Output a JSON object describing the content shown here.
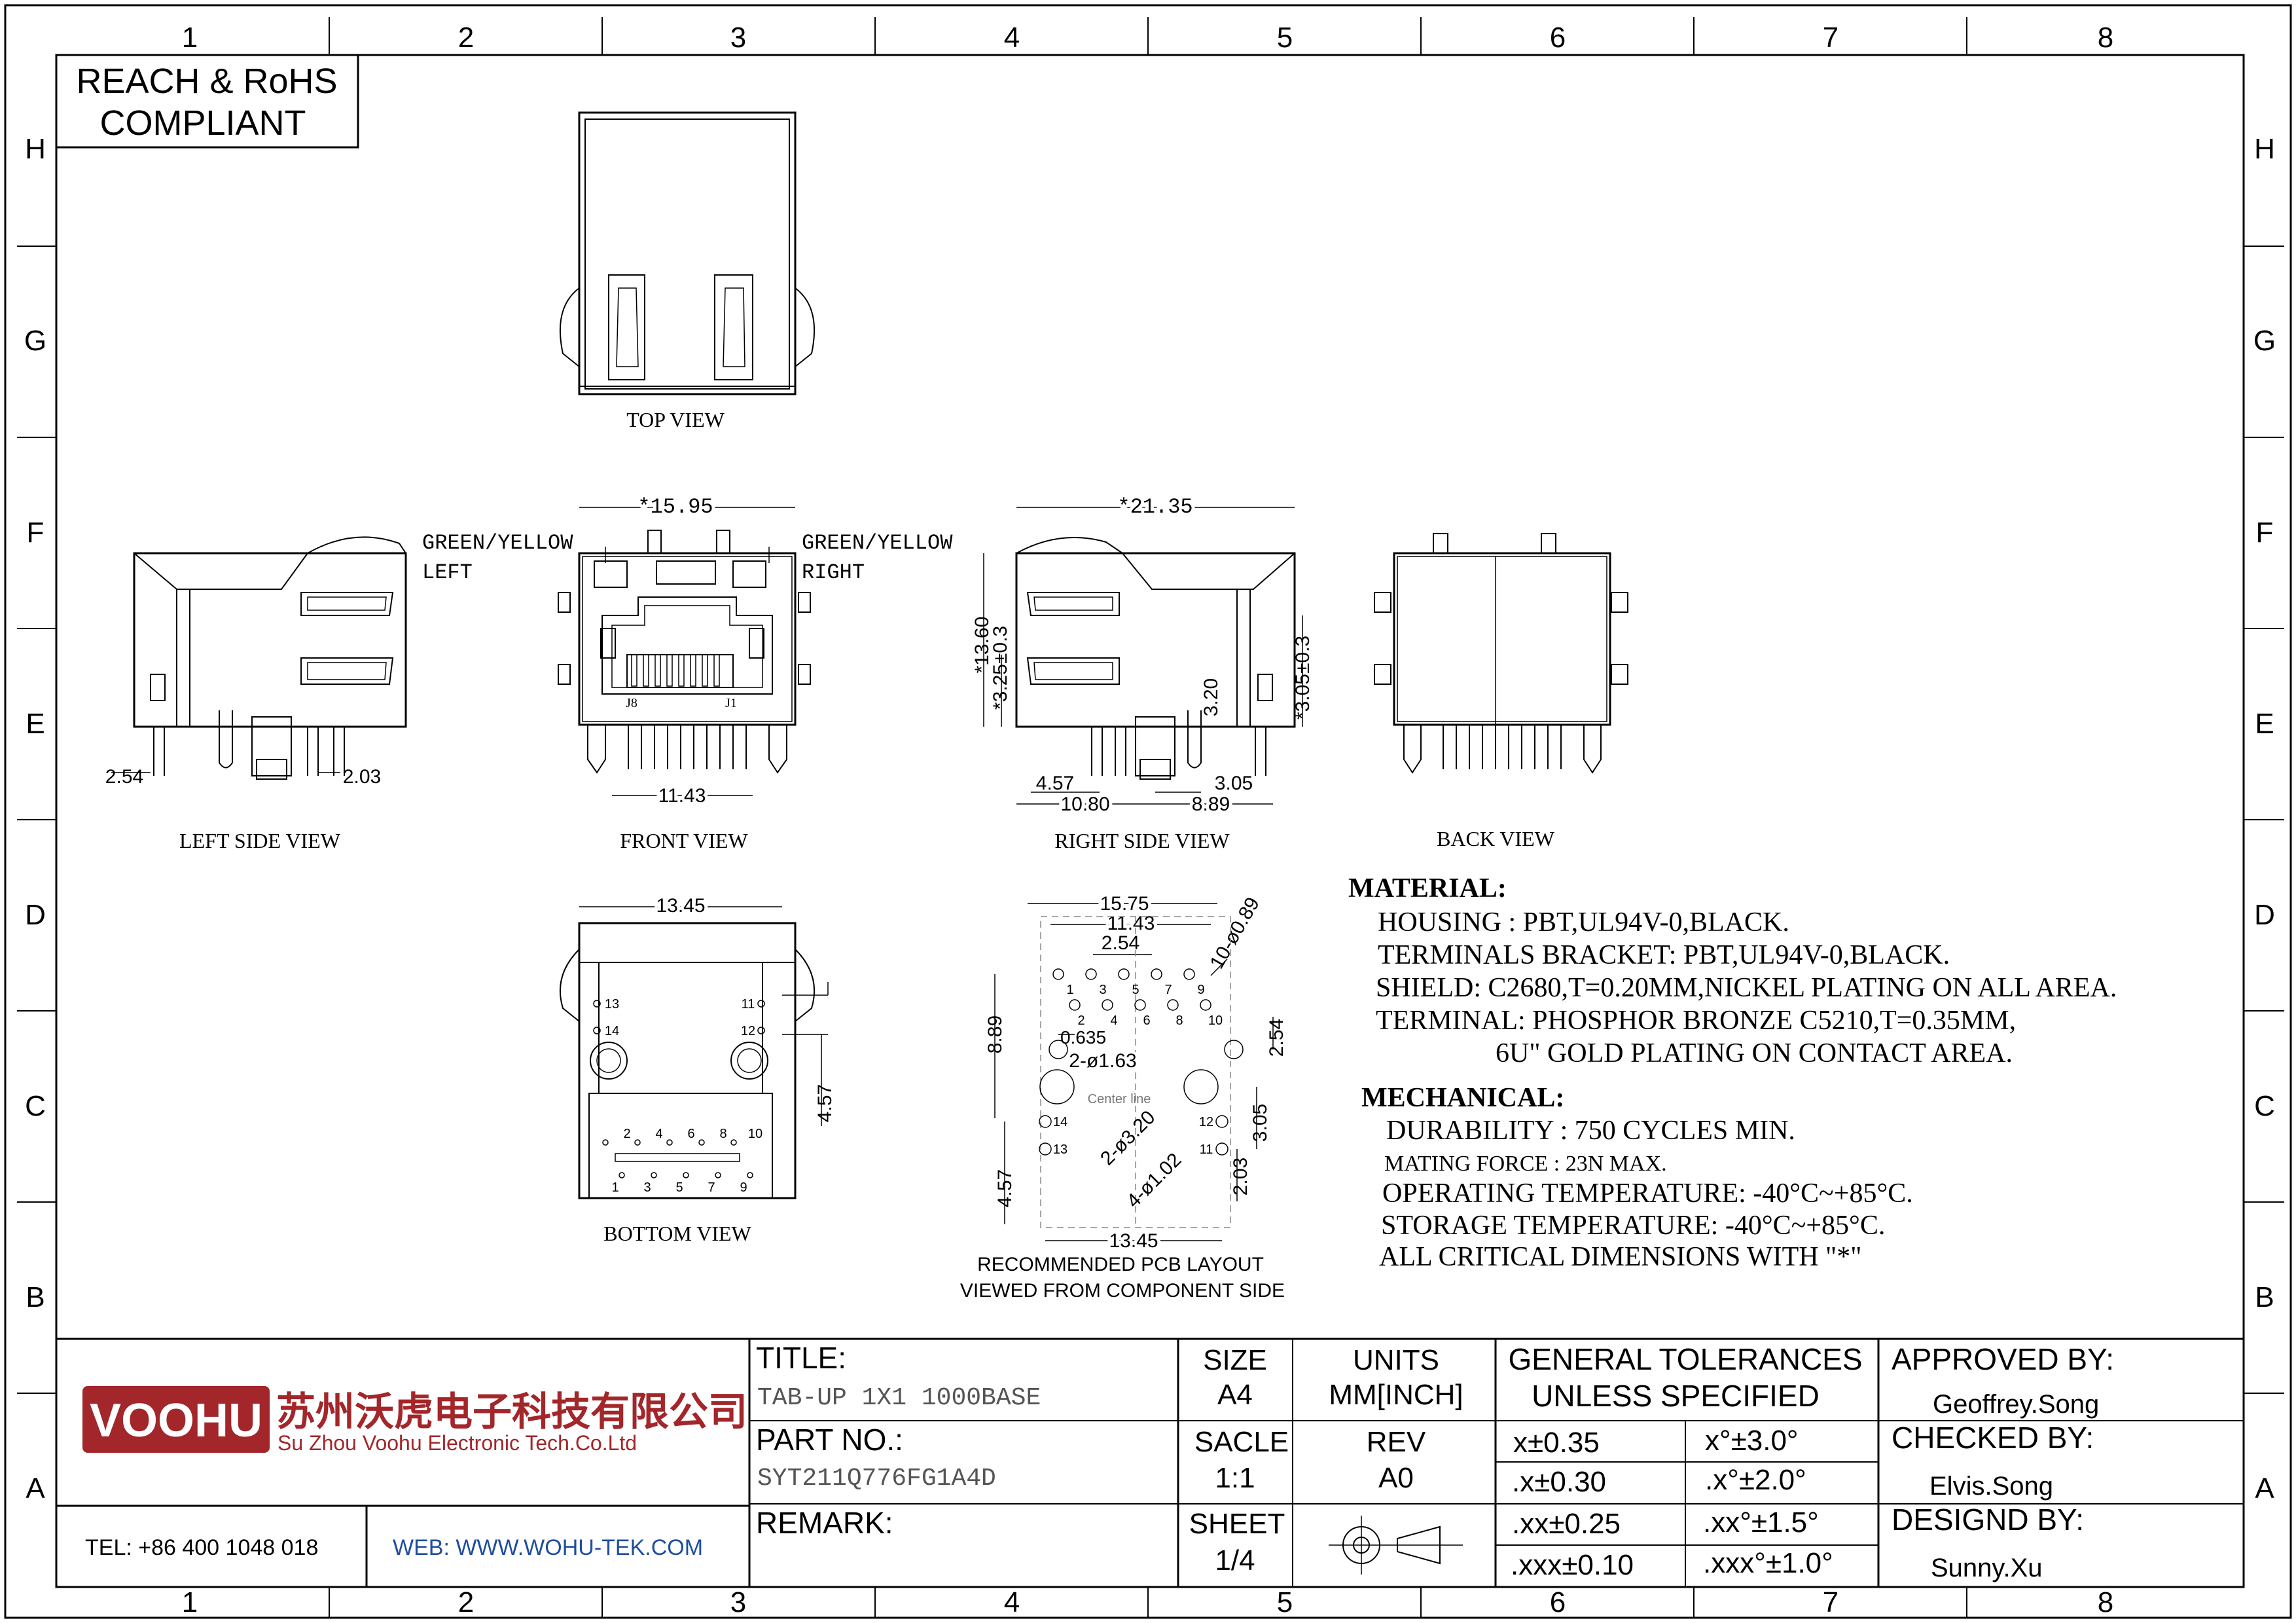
{
  "compliance": {
    "line1": "REACH & RoHS",
    "line2": "COMPLIANT"
  },
  "grid": {
    "columns": [
      "1",
      "2",
      "3",
      "4",
      "5",
      "6",
      "7",
      "8"
    ],
    "rows": [
      "H",
      "G",
      "F",
      "E",
      "D",
      "C",
      "B",
      "A"
    ]
  },
  "views": {
    "top": "TOP VIEW",
    "left_side": "LEFT SIDE VIEW",
    "front": "FRONT VIEW",
    "right_side": "RIGHT SIDE VIEW",
    "back": "BACK VIEW",
    "bottom": "BOTTOM VIEW",
    "pcb_line1": "RECOMMENDED PCB LAYOUT",
    "pcb_line2": "VIEWED FROM COMPONENT SIDE"
  },
  "led_labels": {
    "left_line1": "GREEN/YELLOW",
    "left_line2": "LEFT",
    "right_line1": "GREEN/YELLOW",
    "right_line2": "RIGHT"
  },
  "dimensions": {
    "left_2_54": "2.54",
    "left_2_03": "2.03",
    "front_15_95": "*15.95",
    "front_11_43": "11.43",
    "front_j8": "J8",
    "front_j1": "J1",
    "right_21_35": "*21.35",
    "right_13_60": "*13.60",
    "right_3_25": "*3.25±0.3",
    "right_3_20": "3.20",
    "right_3_05v": "*3.05±0.3",
    "right_4_57": "4.57",
    "right_3_05": "3.05",
    "right_10_80": "10.80",
    "right_8_89": "8.89",
    "bottom_13_45": "13.45",
    "bottom_4_57": "4.57",
    "bottom_pins_top": [
      "2",
      "4",
      "6",
      "8",
      "10"
    ],
    "bottom_pins_bot": [
      "1",
      "3",
      "5",
      "7",
      "9"
    ],
    "bottom_led_pins": [
      "13",
      "14",
      "11",
      "12"
    ],
    "pcb_15_75": "15.75",
    "pcb_11_43": "11.43",
    "pcb_2_54": "2.54",
    "pcb_hole_089": "10-ø0.89",
    "pcb_8_89": "8.89",
    "pcb_0_635": "0.635",
    "pcb_hole_163": "2-ø1.63",
    "pcb_2_54v": "2.54",
    "pcb_center": "Center line",
    "pcb_hole_320": "2-ø3.20",
    "pcb_3_05": "3.05",
    "pcb_hole_102": "4-ø1.02",
    "pcb_2_03": "2.03",
    "pcb_4_57": "4.57",
    "pcb_13_45": "13.45",
    "pcb_pins_top": [
      "1",
      "3",
      "5",
      "7",
      "9"
    ],
    "pcb_pins_bot": [
      "2",
      "4",
      "6",
      "8",
      "10"
    ],
    "pcb_led_left": [
      "14",
      "13"
    ],
    "pcb_led_right": [
      "12",
      "11"
    ]
  },
  "material": {
    "heading": "MATERIAL:",
    "lines": [
      "HOUSING : PBT,UL94V-0,BLACK.",
      "TERMINALS BRACKET: PBT,UL94V-0,BLACK.",
      "SHIELD: C2680,T=0.20MM,NICKEL PLATING ON ALL AREA.",
      "TERMINAL: PHOSPHOR BRONZE C5210,T=0.35MM,",
      "6U\" GOLD PLATING ON CONTACT AREA."
    ]
  },
  "mechanical": {
    "heading": "MECHANICAL:",
    "lines": [
      "DURABILITY : 750 CYCLES MIN.",
      "MATING FORCE : 23N MAX.",
      "OPERATING TEMPERATURE: -40°C~+85°C.",
      "STORAGE TEMPERATURE: -40°C~+85°C.",
      "ALL CRITICAL DIMENSIONS WITH \"*\""
    ]
  },
  "title_block": {
    "logo_text": "VOOHU",
    "company_cn": "苏州沃虎电子科技有限公司",
    "company_en": "Su Zhou Voohu Electronic Tech.Co.Ltd",
    "tel": "TEL: +86 400 1048 018",
    "web": "WEB: WWW.WOHU-TEK.COM",
    "title_label": "TITLE:",
    "title_value": "TAB-UP 1X1 1000BASE",
    "part_label": "PART NO.:",
    "part_value": "SYT211Q776FG1A4D",
    "remark_label": "REMARK:",
    "size_label": "SIZE",
    "size_value": "A4",
    "units_label": "UNITS",
    "units_value": "MM[INCH]",
    "scale_label": "SACLE",
    "scale_value": "1:1",
    "rev_label": "REV",
    "rev_value": "A0",
    "sheet_label": "SHEET",
    "sheet_value": "1/4",
    "tol_line1": "GENERAL TOLERANCES",
    "tol_line2": "UNLESS SPECIFIED",
    "tolerances": [
      [
        "x±0.35",
        "x°±3.0°"
      ],
      [
        ".x±0.30",
        ".x°±2.0°"
      ],
      [
        ".xx±0.25",
        ".xx°±1.5°"
      ],
      [
        ".xxx±0.10",
        ".xxx°±1.0°"
      ]
    ],
    "approved_label": "APPROVED BY:",
    "approved_value": "Geoffrey.Song",
    "checked_label": "CHECKED BY:",
    "checked_value": "Elvis.Song",
    "designed_label": "DESIGND BY:",
    "designed_value": "Sunny.Xu"
  },
  "colors": {
    "logo_red": "#a3262a",
    "web_blue": "#1f4e9e",
    "line": "#000000"
  }
}
